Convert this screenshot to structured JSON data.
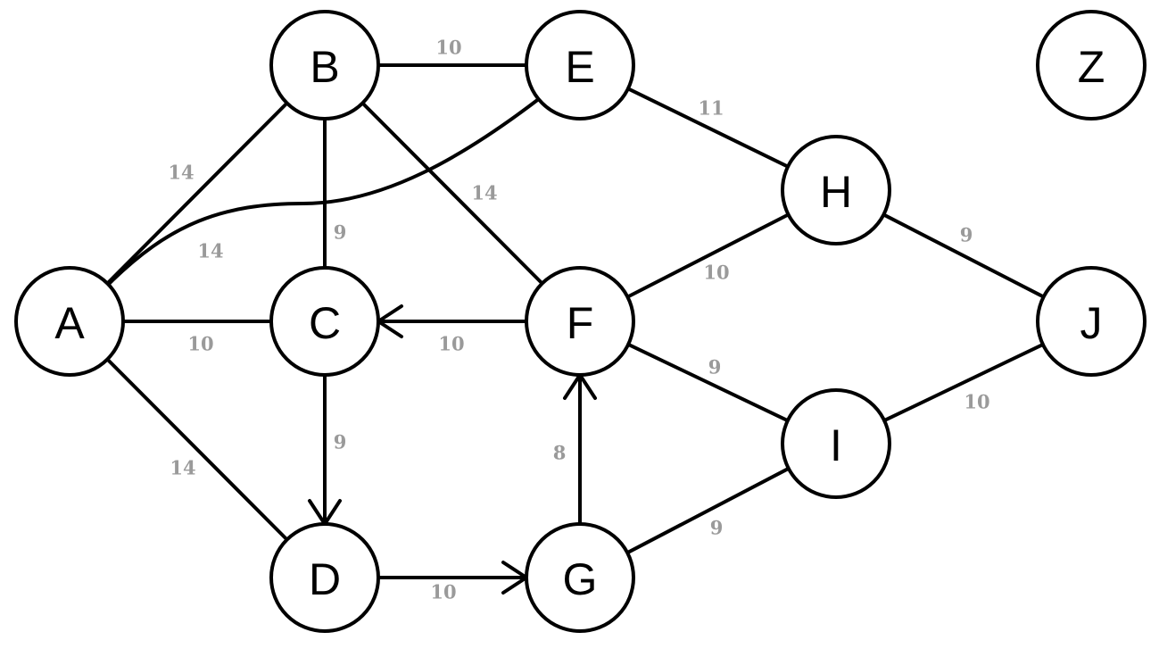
{
  "graph": {
    "nodes": [
      {
        "id": "A",
        "label": "A"
      },
      {
        "id": "B",
        "label": "B"
      },
      {
        "id": "C",
        "label": "C"
      },
      {
        "id": "D",
        "label": "D"
      },
      {
        "id": "E",
        "label": "E"
      },
      {
        "id": "F",
        "label": "F"
      },
      {
        "id": "G",
        "label": "G"
      },
      {
        "id": "H",
        "label": "H"
      },
      {
        "id": "I",
        "label": "I"
      },
      {
        "id": "J",
        "label": "J"
      },
      {
        "id": "Z",
        "label": "Z"
      }
    ],
    "edges": [
      {
        "from": "B",
        "to": "E",
        "weight": "10",
        "directed": false
      },
      {
        "from": "A",
        "to": "B",
        "weight": "14",
        "directed": false
      },
      {
        "from": "B",
        "to": "C",
        "weight": "9",
        "directed": false
      },
      {
        "from": "B",
        "to": "F",
        "weight": "14",
        "directed": false
      },
      {
        "from": "A",
        "to": "E",
        "weight": "14",
        "directed": false,
        "curved": true
      },
      {
        "from": "E",
        "to": "H",
        "weight": "11",
        "directed": false
      },
      {
        "from": "A",
        "to": "C",
        "weight": "10",
        "directed": false
      },
      {
        "from": "F",
        "to": "C",
        "weight": "10",
        "directed": true
      },
      {
        "from": "A",
        "to": "D",
        "weight": "14",
        "directed": false
      },
      {
        "from": "C",
        "to": "D",
        "weight": "9",
        "directed": true
      },
      {
        "from": "D",
        "to": "G",
        "weight": "10",
        "directed": true
      },
      {
        "from": "G",
        "to": "F",
        "weight": "8",
        "directed": true
      },
      {
        "from": "F",
        "to": "H",
        "weight": "10",
        "directed": false
      },
      {
        "from": "H",
        "to": "J",
        "weight": "9",
        "directed": false
      },
      {
        "from": "F",
        "to": "I",
        "weight": "9",
        "directed": false
      },
      {
        "from": "G",
        "to": "I",
        "weight": "9",
        "directed": false
      },
      {
        "from": "I",
        "to": "J",
        "weight": "10",
        "directed": false
      }
    ]
  }
}
